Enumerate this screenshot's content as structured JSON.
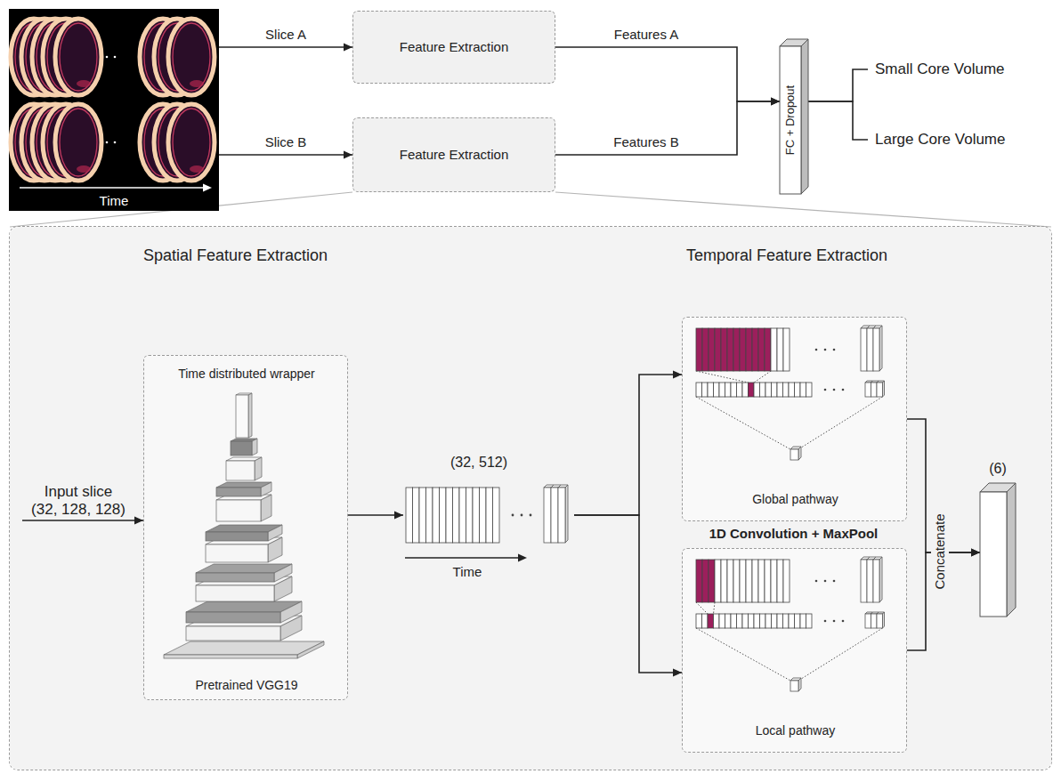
{
  "diagram": {
    "nodes": [
      {
        "text": [
          "Time"
        ]
      },
      {
        "text": [
          "Feature Extraction"
        ]
      },
      {
        "text": [
          "Feature Extraction"
        ]
      },
      {
        "text": [
          "FC + Dropout"
        ]
      },
      {
        "text": [
          "Small Core Volume"
        ]
      },
      {
        "text": [
          "Large Core Volume"
        ]
      },
      {
        "text": [
          "Spatial Feature Extraction",
          "Temporal Feature Extraction"
        ]
      },
      {
        "text": [
          "Input slice (32, 128, 128)"
        ],
        "in": 6
      },
      {
        "text": [
          "Time distributed wrapper",
          "Pretrained VGG19"
        ],
        "in": 6
      },
      {
        "text": [
          "(32, 512)"
        ],
        "in": 6
      },
      {
        "text": [
          "Global pathway"
        ],
        "in": 6
      },
      {
        "text": [
          "Local pathway"
        ],
        "in": 6
      },
      {
        "text": [
          "(6)"
        ],
        "in": 6
      }
    ],
    "edges": [
      {
        "from": 0,
        "to": 1,
        "label": "Slice A",
        "arrow": "to"
      },
      {
        "from": 0,
        "to": 2,
        "label": "Slice B",
        "arrow": "to"
      },
      {
        "from": 1,
        "to": 3,
        "label": "Features A",
        "arrow": "to"
      },
      {
        "from": 2,
        "to": 3,
        "label": "Features B",
        "arrow": "to"
      },
      {
        "from": 3,
        "to": 4,
        "arrow": "none"
      },
      {
        "from": 3,
        "to": 5,
        "arrow": "none"
      },
      {
        "from": 2,
        "to": 6,
        "arrow": "none"
      },
      {
        "from": 7,
        "to": 8,
        "arrow": "to"
      },
      {
        "from": 8,
        "to": 9,
        "arrow": "to"
      },
      {
        "from": 9,
        "to": 10,
        "arrow": "to"
      },
      {
        "from": 9,
        "to": 11,
        "arrow": "to"
      },
      {
        "from": 10,
        "to": 12,
        "arrow": "to"
      },
      {
        "from": 11,
        "to": 12,
        "arrow": "to"
      }
    ],
    "labels": [
      "Time",
      "1D Convolution + MaxPool",
      "Concatenate"
    ]
  }
}
